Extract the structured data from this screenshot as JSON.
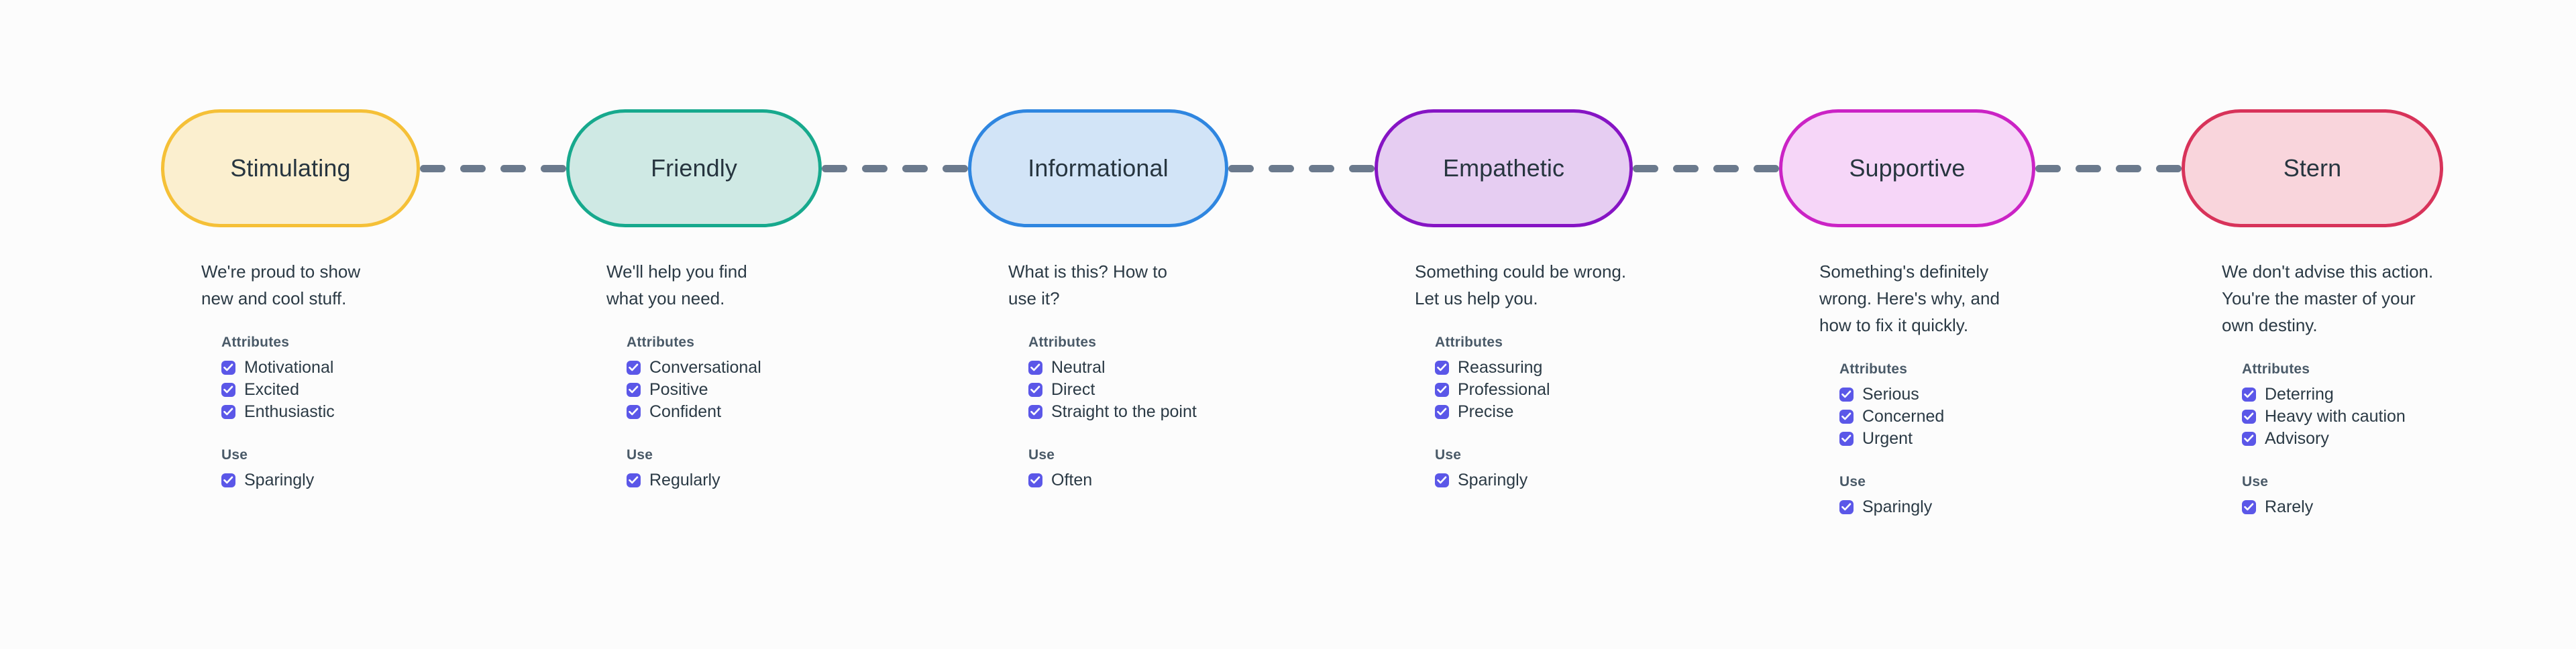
{
  "page": {
    "background_color": "#fcfcfc",
    "text_color": "#2b3a45",
    "heading_color": "#4a5a68",
    "checkbox_color": "#5b57e8",
    "connector_color": "#6b7a8d"
  },
  "labels": {
    "attributes_heading": "Attributes",
    "use_heading": "Use"
  },
  "tones": [
    {
      "name": "Stimulating",
      "fill": "#fbefcf",
      "stroke": "#f5c037",
      "pill_width": 386,
      "description": "We're proud to show\nnew and cool stuff.",
      "attributes": [
        "Motivational",
        "Excited",
        "Enthusiastic"
      ],
      "use": [
        "Sparingly"
      ]
    },
    {
      "name": "Friendly",
      "fill": "#cfe9e4",
      "stroke": "#17a98d",
      "pill_width": 381,
      "description": "We'll help you find\nwhat you need.",
      "attributes": [
        "Conversational",
        "Positive",
        "Confident"
      ],
      "use": [
        "Regularly"
      ]
    },
    {
      "name": "Informational",
      "fill": "#d2e4f7",
      "stroke": "#2f86e0",
      "pill_width": 388,
      "description": "What is this? How to\nuse it?",
      "attributes": [
        "Neutral",
        "Direct",
        "Straight to the point"
      ],
      "use": [
        "Often"
      ]
    },
    {
      "name": "Empathetic",
      "fill": "#e6cdf2",
      "stroke": "#8614c4",
      "pill_width": 385,
      "description": "Something could be wrong.\nLet us help you.",
      "attributes": [
        "Reassuring",
        "Professional",
        "Precise"
      ],
      "use": [
        "Sparingly"
      ]
    },
    {
      "name": "Supportive",
      "fill": "#f6d6f8",
      "stroke": "#cb23c5",
      "pill_width": 382,
      "description": "Something's definitely\nwrong. Here's why, and\nhow to fix it quickly.",
      "attributes": [
        "Serious",
        "Concerned",
        "Urgent"
      ],
      "use": [
        "Sparingly"
      ]
    },
    {
      "name": "Stern",
      "fill": "#f9d5dc",
      "stroke": "#d8335a",
      "pill_width": 390,
      "description": "We don't advise this action.\nYou're the master of your\nown destiny.",
      "attributes": [
        "Deterring",
        "Heavy with caution",
        "Advisory"
      ],
      "use": [
        "Rarely"
      ]
    }
  ],
  "connector": {
    "dash_count": 4
  }
}
